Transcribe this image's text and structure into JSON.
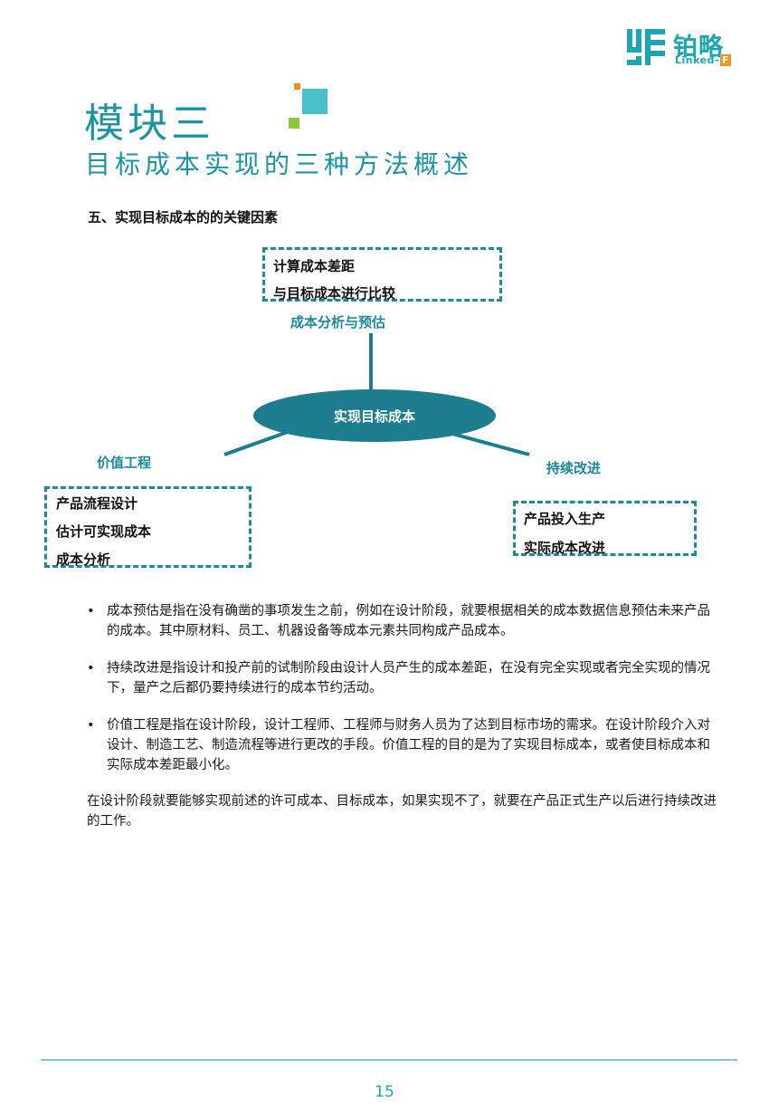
{
  "brand": {
    "name_cn": "铂略",
    "name_en": "Linked-",
    "name_en_badge": "F",
    "colors": {
      "teal": "#1ba6b5",
      "dark_teal": "#1b7d8e",
      "orange": "#f0941d",
      "green": "#8dc63f"
    },
    "icon": "linked-f-logo-icon"
  },
  "heading": {
    "title": "模块三",
    "subtitle": "目标成本实现的三种方法概述"
  },
  "section": {
    "title": "五、实现目标成本的的关键因素"
  },
  "diagram": {
    "center": "实现目标成本",
    "top": {
      "label": "成本分析与预估",
      "items": [
        "计算成本差距",
        "与目标成本进行比较"
      ]
    },
    "left": {
      "label": "价值工程",
      "items": [
        "产品流程设计",
        "估计可实现成本",
        "成本分析"
      ]
    },
    "right": {
      "label": "持续改进",
      "items": [
        "产品投入生产",
        "实际成本改进"
      ]
    }
  },
  "bullets": [
    {
      "marker": "•",
      "text": "成本预估是指在没有确凿的事项发生之前，例如在设计阶段，就要根据相关的成本数据信息预估未来产品的成本。其中原材料、员工、机器设备等成本元素共同构成产品成本。"
    },
    {
      "marker": "•",
      "text": "持续改进是指设计和投产前的试制阶段由设计人员产生的成本差距，在没有完全实现或者完全实现的情况下，量产之后都仍要持续进行的成本节约活动。"
    },
    {
      "marker": "•",
      "text": "价值工程是指在设计阶段，设计工程师、工程师与财务人员为了达到目标市场的需求。在设计阶段介入对设计、制造工艺、制造流程等进行更改的手段。价值工程的目的是为了实现目标成本，或者使目标成本和实际成本差距最小化。"
    }
  ],
  "closing": "在设计阶段就要能够实现前述的许可成本、目标成本，如果实现不了，就要在产品正式生产以后进行持续改进的工作。",
  "footer": {
    "page_number": "15"
  }
}
